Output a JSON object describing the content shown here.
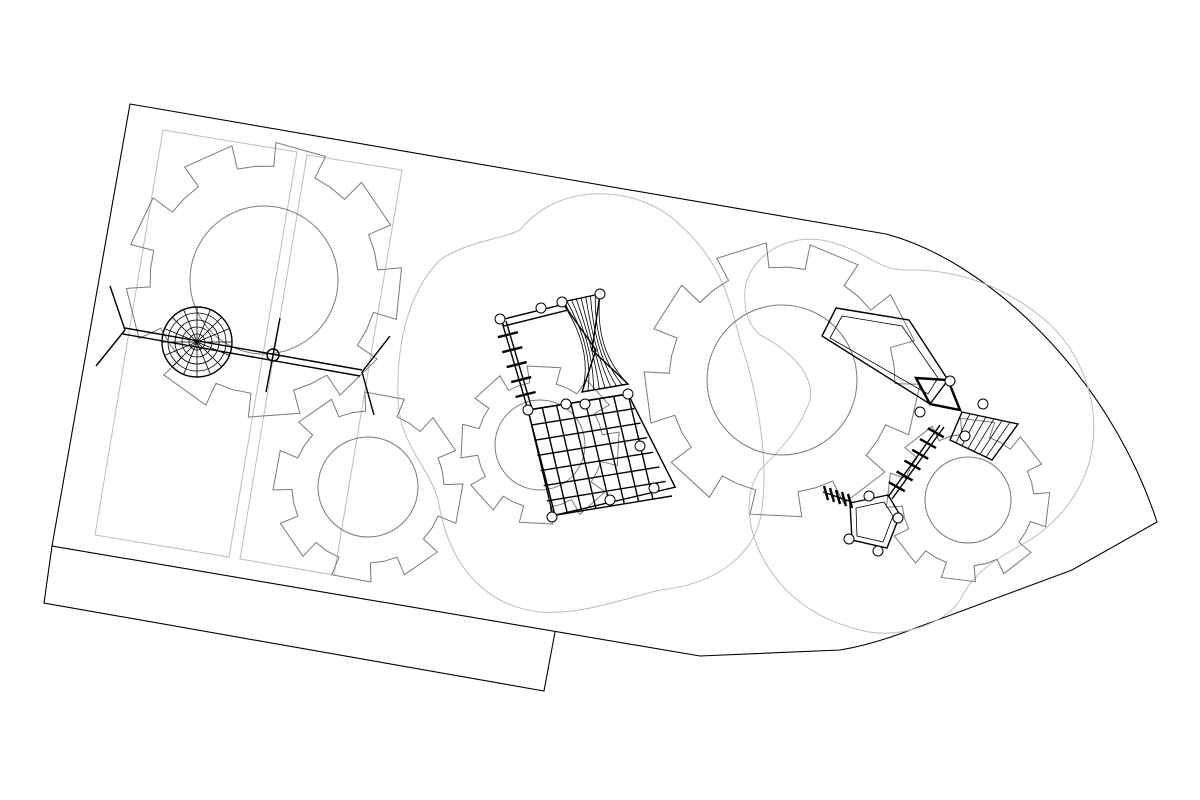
{
  "drawing": {
    "background": "#ffffff",
    "line_color": "#000000",
    "zone_color": "#bdbdbd",
    "gear_color": "#7a7a7a"
  },
  "elements": [
    "site-boundary",
    "gear-safety-zones",
    "cloud-safety-zones",
    "spinner-equipment",
    "rope-climbing-net",
    "tower-with-slide"
  ]
}
